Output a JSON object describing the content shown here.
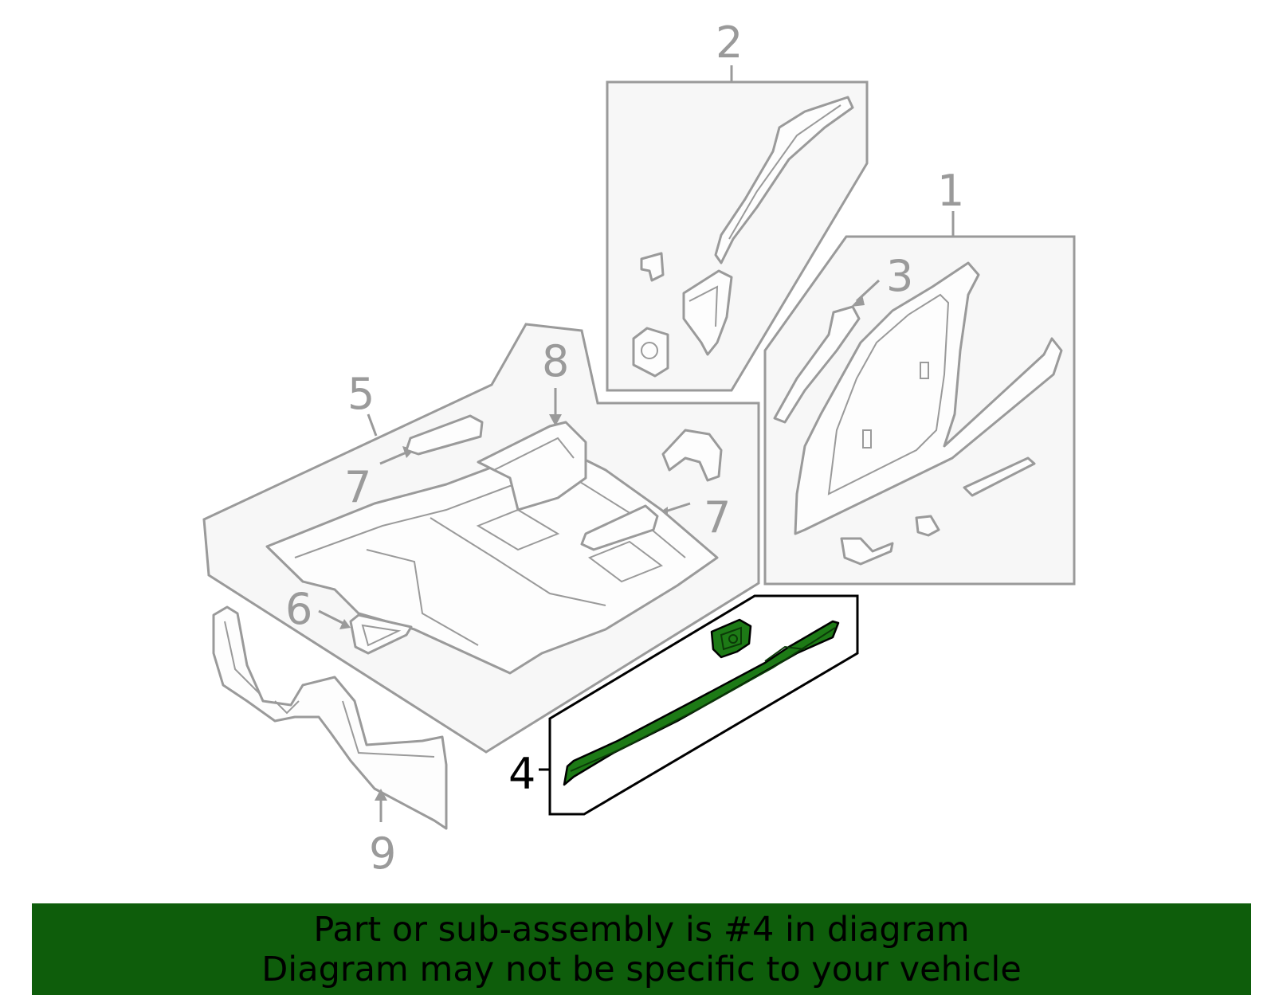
{
  "callouts": {
    "c1": "1",
    "c2": "2",
    "c3": "3",
    "c4": "4",
    "c5": "5",
    "c6": "6",
    "c7a": "7",
    "c7b": "7",
    "c8": "8",
    "c9": "9"
  },
  "highlighted_part": "4",
  "colors": {
    "highlight_fill": "#1d7a16",
    "banner_background": "#0e5d0b",
    "line_gray": "#9a9a9a"
  },
  "banner": {
    "line1": "Part or sub-assembly is #4 in diagram",
    "line2": "Diagram may not be specific to your vehicle"
  }
}
